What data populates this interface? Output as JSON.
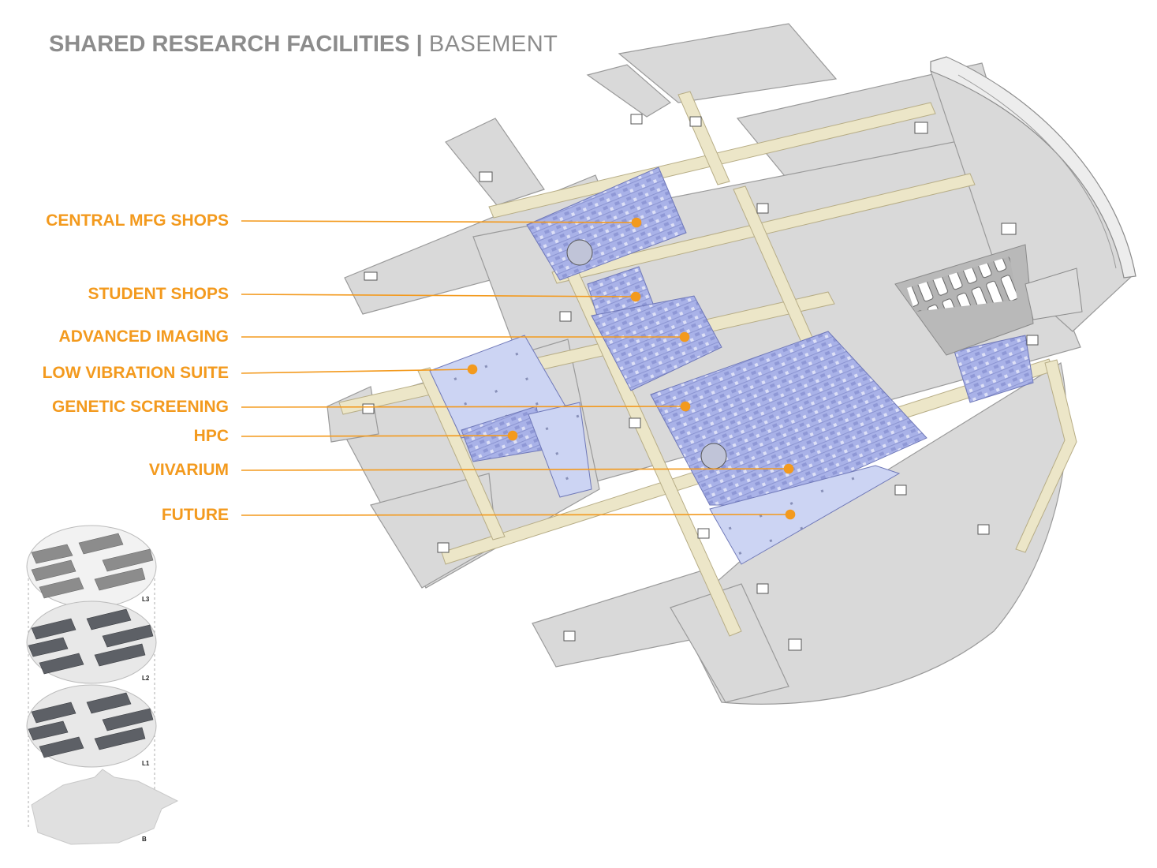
{
  "title": {
    "main": "SHARED RESEARCH FACILITIES",
    "separator": "|",
    "sub": "BASEMENT"
  },
  "accent_color": "#f39a1e",
  "labels": [
    {
      "id": "central-mfg-shops",
      "text": "CENTRAL MFG SHOPS"
    },
    {
      "id": "student-shops",
      "text": "STUDENT SHOPS"
    },
    {
      "id": "advanced-imaging",
      "text": "ADVANCED IMAGING"
    },
    {
      "id": "low-vibration-suite",
      "text": "LOW VIBRATION SUITE"
    },
    {
      "id": "genetic-screening",
      "text": "GENETIC SCREENING"
    },
    {
      "id": "hpc",
      "text": "HPC"
    },
    {
      "id": "vivarium",
      "text": "VIVARIUM"
    },
    {
      "id": "future",
      "text": "FUTURE"
    }
  ],
  "level_diagram": {
    "levels": [
      "L3",
      "L2",
      "L1",
      "B"
    ]
  },
  "colors": {
    "slab": "#d6d6d6",
    "corridor": "#eeead2",
    "program": "#a9b2e8",
    "program_light": "#c9d2f2",
    "roof_dark": "#5a5d63"
  }
}
